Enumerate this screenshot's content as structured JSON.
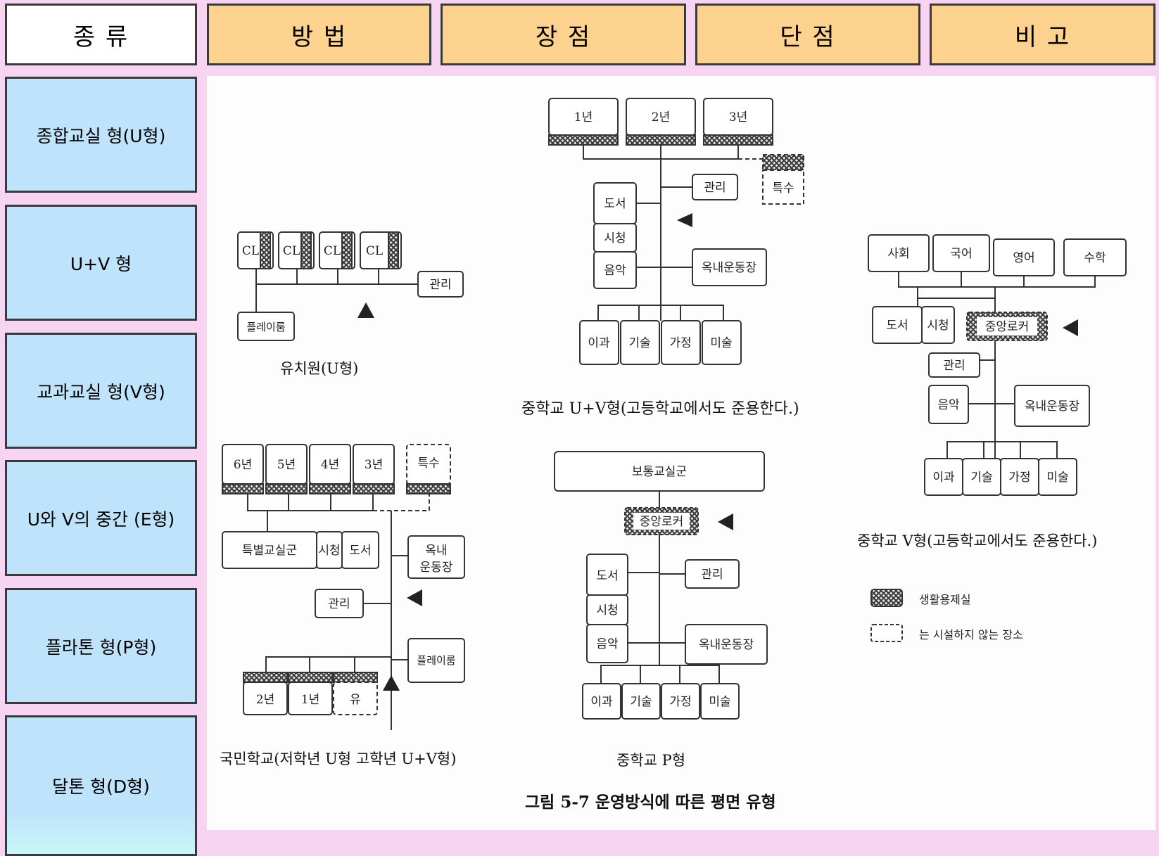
{
  "header": {
    "type": "종 류",
    "method": "방 법",
    "pros": "장 점",
    "cons": "단 점",
    "notes": "비 고"
  },
  "types": [
    "종합교실 형(U형)",
    "U+V 형",
    "교과교실 형(V형)",
    "U와 V의 중간 (E형)",
    "플라톤 형(P형)",
    "달톤 형(D형)"
  ],
  "figure": {
    "kindergarten": {
      "rooms": [
        "CL",
        "CL",
        "CL",
        "CL"
      ],
      "admin": "관리",
      "playroom": "플레이룸",
      "caption": "유치원(U형)"
    },
    "middle_uv": {
      "grades": [
        "1년",
        "2년",
        "3년"
      ],
      "special": "특수",
      "admin": "관리",
      "library": "도서",
      "av": "시청",
      "music": "음악",
      "gym": "옥내운동장",
      "subjects": [
        "이과",
        "기술",
        "가정",
        "미술"
      ],
      "caption": "중학교 U+V형(고등학교에서도 준용한다.)"
    },
    "middle_v": {
      "subjects_top": [
        "사회",
        "국어",
        "영어",
        "수학"
      ],
      "library": "도서",
      "av": "시청",
      "locker": "중앙로커",
      "admin": "관리",
      "music": "음악",
      "gym": "옥내운동장",
      "subjects_bottom": [
        "이과",
        "기술",
        "가정",
        "미술"
      ],
      "caption": "중학교 V형(고등학교에서도 준용한다.)"
    },
    "primary": {
      "upper": [
        "6년",
        "5년",
        "4년",
        "3년"
      ],
      "special": "특수",
      "special_group": "특별교실군",
      "av": "시청",
      "library": "도서",
      "gym_line1": "옥내",
      "gym_line2": "운동장",
      "admin": "관리",
      "playroom": "플레이룸",
      "lower": [
        "2년",
        "1년",
        "유"
      ],
      "caption": "국민학교(저학년 U형 고학년 U+V형)"
    },
    "middle_p": {
      "general": "보통교실군",
      "locker": "중앙로커",
      "library": "도서",
      "admin": "관리",
      "av": "시청",
      "music": "음악",
      "gym": "옥내운동장",
      "subjects": [
        "이과",
        "기술",
        "가정",
        "미술"
      ],
      "caption": "중학교 P형"
    },
    "legend": {
      "homeroom": "생활용제실",
      "not_installed": "는 시설하지 않는 장소"
    },
    "title": "그림 5-7  운영방식에 따른 평면 유형"
  },
  "colors": {
    "background": "#f6d4f2",
    "header_orange": "#fdd18e",
    "side_blue": "#bfe3fb"
  }
}
